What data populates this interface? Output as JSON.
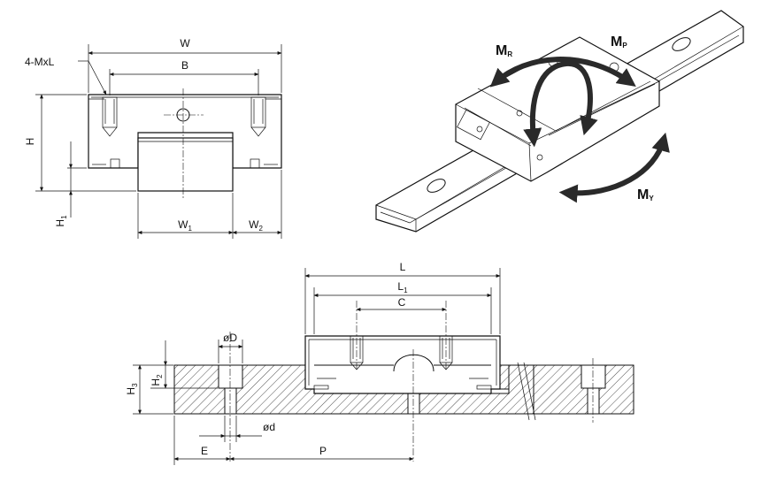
{
  "labels": {
    "W": "W",
    "B": "B",
    "mxl": "4-MxL",
    "H": "H",
    "H1": "H",
    "H1_sub": "1",
    "W1": "W",
    "W1_sub": "1",
    "W2": "W",
    "W2_sub": "2",
    "MR": "M",
    "MR_sub": "R",
    "MP": "M",
    "MP_sub": "P",
    "MY": "M",
    "MY_sub": "Y",
    "L": "L",
    "L1": "L",
    "L1_sub": "1",
    "C": "C",
    "D": "øD",
    "d": "ød",
    "H2": "H",
    "H2_sub": "2",
    "H3": "H",
    "H3_sub": "3",
    "E": "E",
    "P": "P"
  }
}
